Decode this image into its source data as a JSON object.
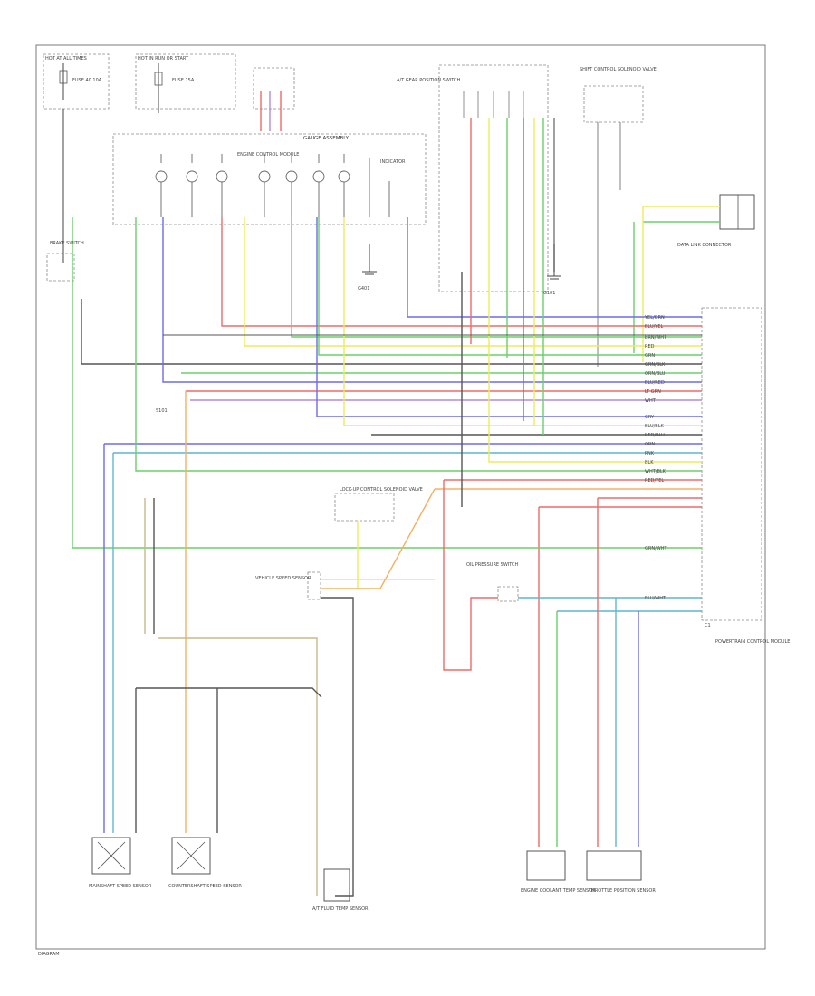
{
  "page": {
    "reference": "DIAGRAM"
  },
  "fuses": [
    {
      "id": "fuse-1",
      "label": "HOT AT ALL TIMES",
      "detail": "FUSE 40 10A"
    },
    {
      "id": "fuse-2",
      "label": "HOT IN RUN OR START",
      "detail": "FUSE 15A"
    }
  ],
  "labels": {
    "gauge_assembly": "GAUGE ASSEMBLY",
    "warning_light": "ENGINE CONTROL MODULE",
    "indicator_panel": "INDICATOR",
    "indicator_switch": "A/T GEAR POSITION SWITCH",
    "shift_control": "SHIFT CONTROL SOLENOID VALVE",
    "ground_1": "G401",
    "ground_2": "G101",
    "splice": "S101",
    "data_link": "DATA LINK CONNECTOR",
    "tcm_name": "POWERTRAIN CONTROL MODULE",
    "lockup": "LOCK-UP CONTROL SOLENOID VALVE",
    "brake_switch": "BRAKE SWITCH",
    "vss": "VEHICLE SPEED SENSOR",
    "mainshaft_sensor": "MAINSHAFT SPEED SENSOR",
    "countershaft_sensor": "COUNTERSHAFT SPEED SENSOR",
    "atf_temp": "A/T FLUID TEMP SENSOR",
    "ect": "ENGINE COOLANT TEMP SENSOR",
    "tps": "THROTTLE POSITION SENSOR",
    "oil_switch": "OIL PRESSURE SWITCH",
    "tcm_connector": "C1"
  },
  "wire_labels": [
    "YEL/GRN",
    "BLU/YEL",
    "BRN/WHT",
    "RED",
    "GRN",
    "GRN/BLK",
    "ORN/BLU",
    "BLU/RED",
    "LT GRN",
    "WHT",
    "GRY",
    "BLU/BLK",
    "RED/BLU",
    "ORN",
    "PNK",
    "BLK",
    "WHT/BLK",
    "RED/YEL",
    "GRN/WHT",
    "BLU/WHT"
  ],
  "colors": {
    "red": "#f06a6a",
    "blue": "#6b6bee",
    "green": "#6ad06a",
    "yellow": "#ecec5c",
    "orange": "#f5b060",
    "cyan": "#5fb6cf",
    "purple": "#b48ad8",
    "tan": "#c8b88a",
    "black": "#555555",
    "gray": "#8c8c8c"
  }
}
